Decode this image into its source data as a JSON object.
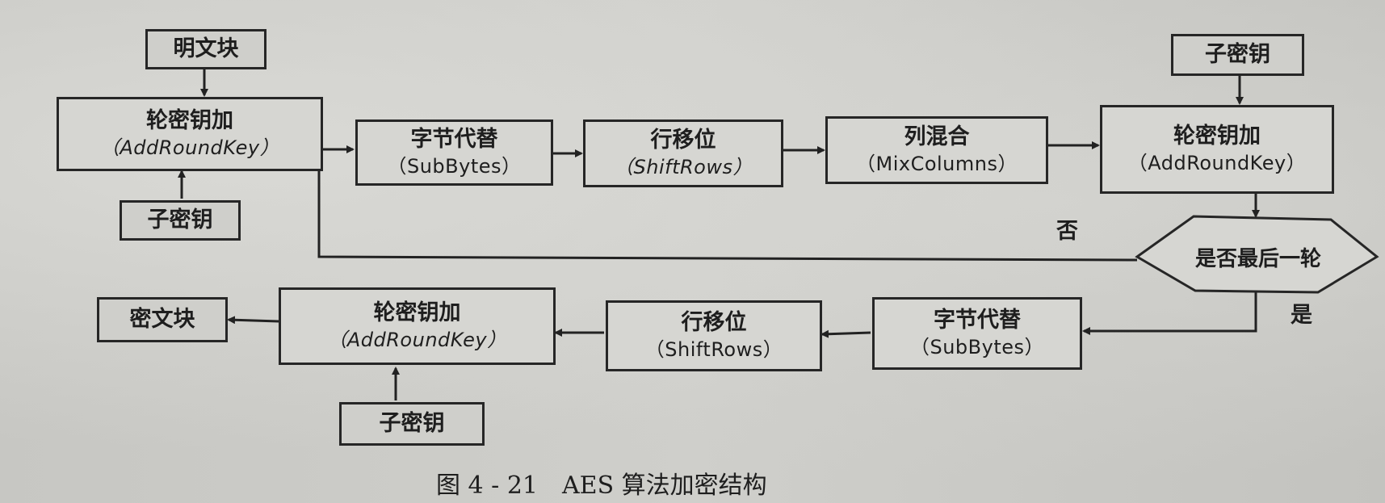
{
  "diagram": {
    "plaintext": "明文块",
    "round_key_add": "轮密钥加",
    "round_key_add_en": "（AddRoundKey）",
    "subkey": "子密钥",
    "sub_bytes": "字节代替",
    "sub_bytes_en": "（SubBytes）",
    "shift_rows": "行移位",
    "shift_rows_en": "（ShiftRows）",
    "mix_columns": "列混合",
    "mix_columns_en": "（MixColumns）",
    "decision": "是否最后一轮",
    "no_label": "否",
    "yes_label": "是",
    "ciphertext": "密文块"
  },
  "caption": "图 4 - 21　AES 算法加密结构"
}
